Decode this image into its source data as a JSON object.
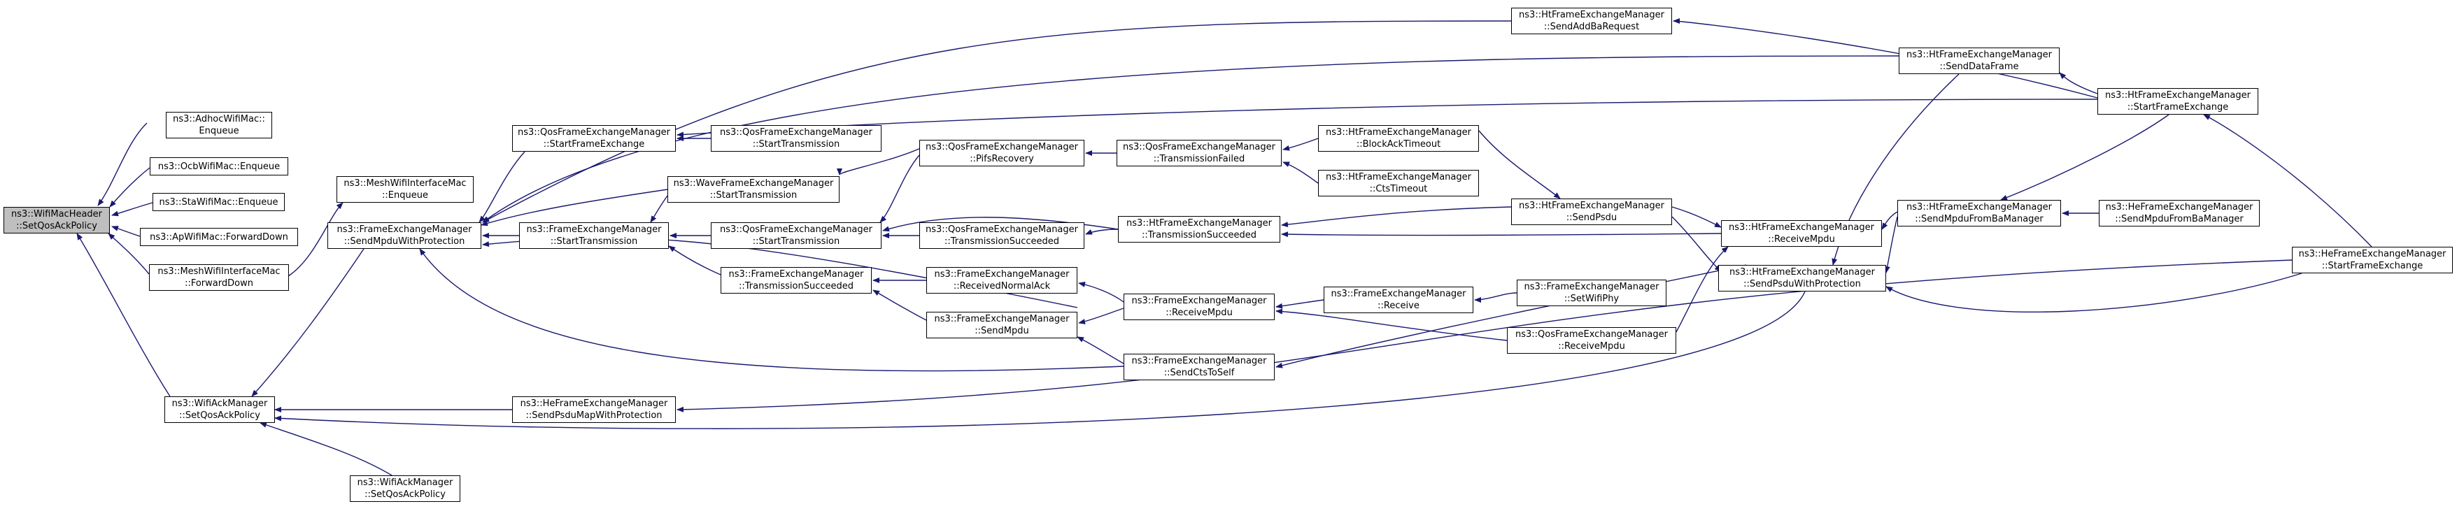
{
  "colors": {
    "edge": "#191970",
    "current_fill": "#bfbfbf",
    "node_fill": "#ffffff",
    "border": "#000000"
  },
  "nodes": {
    "n0": {
      "l1": "ns3::WifiMacHeader",
      "l2": "::SetQosAckPolicy"
    },
    "n1": {
      "l1": "ns3::AdhocWifiMac::",
      "l2": "Enqueue"
    },
    "n2": {
      "l1": "ns3::OcbWifiMac::Enqueue",
      "l2": ""
    },
    "n3": {
      "l1": "ns3::StaWifiMac::Enqueue",
      "l2": ""
    },
    "n4": {
      "l1": "ns3::ApWifiMac::ForwardDown",
      "l2": ""
    },
    "n5": {
      "l1": "ns3::MeshWifiInterfaceMac",
      "l2": "::ForwardDown"
    },
    "n6": {
      "l1": "ns3::WifiAckManager",
      "l2": "::SetQosAckPolicy"
    },
    "n7": {
      "l1": "ns3::MeshWifiInterfaceMac",
      "l2": "::Enqueue"
    },
    "n8": {
      "l1": "ns3::FrameExchangeManager",
      "l2": "::SendMpduWithProtection"
    },
    "n9": {
      "l1": "ns3::HeFrameExchangeManager",
      "l2": "::SendPsduMapWithProtection"
    },
    "n10": {
      "l1": "ns3::WifiAckManager",
      "l2": "::SetQosAckPolicy"
    },
    "n11": {
      "l1": "ns3::QosFrameExchangeManager",
      "l2": "::StartFrameExchange"
    },
    "n12": {
      "l1": "ns3::FrameExchangeManager",
      "l2": "::StartTransmission"
    },
    "n13": {
      "l1": "ns3::QosFrameExchangeManager",
      "l2": "::StartTransmission"
    },
    "n14": {
      "l1": "ns3::WaveFrameExchangeManager",
      "l2": "::StartTransmission"
    },
    "n15": {
      "l1": "ns3::QosFrameExchangeManager",
      "l2": "::StartTransmission"
    },
    "n16": {
      "l1": "ns3::FrameExchangeManager",
      "l2": "::TransmissionSucceeded"
    },
    "n17": {
      "l1": "ns3::QosFrameExchangeManager",
      "l2": "::PifsRecovery"
    },
    "n18": {
      "l1": "ns3::QosFrameExchangeManager",
      "l2": "::TransmissionSucceeded"
    },
    "n19": {
      "l1": "ns3::FrameExchangeManager",
      "l2": "::ReceivedNormalAck"
    },
    "n20": {
      "l1": "ns3::FrameExchangeManager",
      "l2": "::SendMpdu"
    },
    "n21": {
      "l1": "ns3::QosFrameExchangeManager",
      "l2": "::TransmissionFailed"
    },
    "n22": {
      "l1": "ns3::HtFrameExchangeManager",
      "l2": "::TransmissionSucceeded"
    },
    "n23": {
      "l1": "ns3::FrameExchangeManager",
      "l2": "::ReceiveMpdu"
    },
    "n24": {
      "l1": "ns3::FrameExchangeManager",
      "l2": "::SendCtsToSelf"
    },
    "n25": {
      "l1": "ns3::HtFrameExchangeManager",
      "l2": "::BlockAckTimeout"
    },
    "n26": {
      "l1": "ns3::HtFrameExchangeManager",
      "l2": "::CtsTimeout"
    },
    "n27": {
      "l1": "ns3::FrameExchangeManager",
      "l2": "::Receive"
    },
    "n28": {
      "l1": "ns3::FrameExchangeManager",
      "l2": "::SetWifiPhy"
    },
    "n29": {
      "l1": "ns3::HtFrameExchangeManager",
      "l2": "::SendAddBaRequest"
    },
    "n30": {
      "l1": "ns3::HtFrameExchangeManager",
      "l2": "::SendPsdu"
    },
    "n31": {
      "l1": "ns3::QosFrameExchangeManager",
      "l2": "::ReceiveMpdu"
    },
    "n32": {
      "l1": "ns3::HtFrameExchangeManager",
      "l2": "::SendDataFrame"
    },
    "n33": {
      "l1": "ns3::HtFrameExchangeManager",
      "l2": "::ReceiveMpdu"
    },
    "n34": {
      "l1": "ns3::HtFrameExchangeManager",
      "l2": "::SendPsduWithProtection"
    },
    "n35": {
      "l1": "ns3::HtFrameExchangeManager",
      "l2": "::SendMpduFromBaManager"
    },
    "n36": {
      "l1": "ns3::HtFrameExchangeManager",
      "l2": "::StartFrameExchange"
    },
    "n37": {
      "l1": "ns3::HeFrameExchangeManager",
      "l2": "::SendMpduFromBaManager"
    },
    "n38": {
      "l1": "ns3::HeFrameExchangeManager",
      "l2": "::StartFrameExchange"
    }
  }
}
